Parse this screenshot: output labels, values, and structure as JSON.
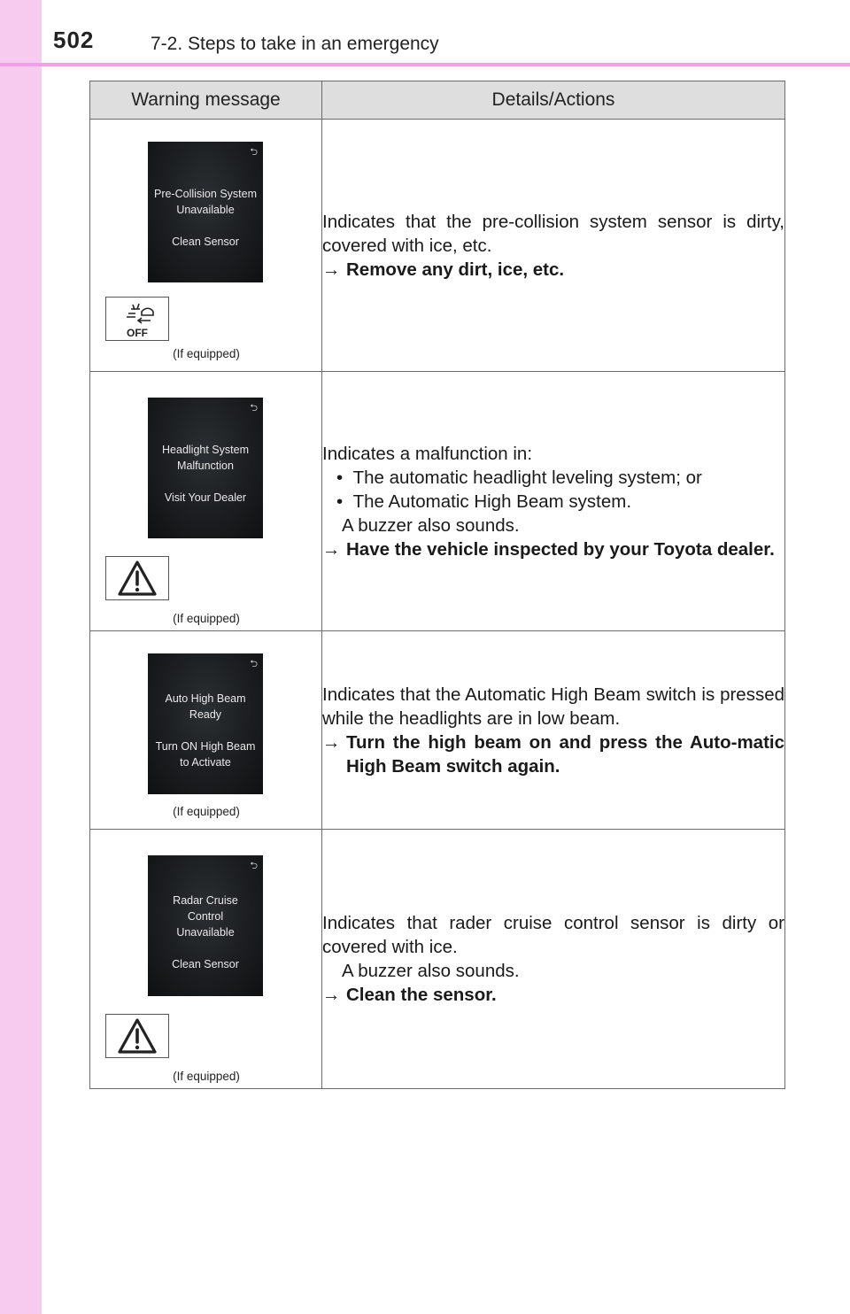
{
  "header": {
    "page_number": "502",
    "section_title": "7-2. Steps to take in an emergency"
  },
  "table": {
    "col_warning": "Warning message",
    "col_details": "Details/Actions",
    "if_equipped": "(If equipped)",
    "rows": [
      {
        "screen_lines": [
          "Pre-Collision System",
          "Unavailable",
          "",
          "Clean Sensor"
        ],
        "indicator_icon": "pcs-off-icon",
        "indicator_text": "OFF",
        "desc": [
          "Indicates that the pre-collision system sensor is dirty, covered with ice, etc."
        ],
        "action": "Remove any dirt, ice, etc."
      },
      {
        "screen_lines": [
          "Headlight System",
          "Malfunction",
          "",
          "Visit Your Dealer"
        ],
        "indicator_icon": "warning-triangle-icon",
        "intro": "Indicates a malfunction in:",
        "bullets": [
          "The automatic headlight leveling system; or",
          "The Automatic High Beam system."
        ],
        "note": "A buzzer also sounds.",
        "action": "Have the vehicle inspected by your Toyota dealer."
      },
      {
        "screen_lines": [
          "Auto High Beam",
          "Ready",
          "",
          "Turn ON High Beam",
          "to Activate"
        ],
        "desc": [
          "Indicates that the Automatic High Beam switch is pressed while the headlights are in low beam."
        ],
        "action": "Turn the high beam on and press the Auto-matic High Beam switch again."
      },
      {
        "screen_lines": [
          "Radar Cruise",
          "Control",
          "Unavailable",
          "",
          "Clean Sensor"
        ],
        "indicator_icon": "warning-triangle-icon",
        "desc": [
          "Indicates that rader cruise control sensor is dirty or covered with ice."
        ],
        "note": "A buzzer also sounds.",
        "action": "Clean the sensor."
      }
    ],
    "arrow_glyph": "→",
    "bullet_glyph": "•",
    "back_glyph": "⮌"
  },
  "colors": {
    "side_strip": "#f7caf0",
    "header_rule": "#f0a0e6",
    "table_header_bg": "#dedede"
  }
}
